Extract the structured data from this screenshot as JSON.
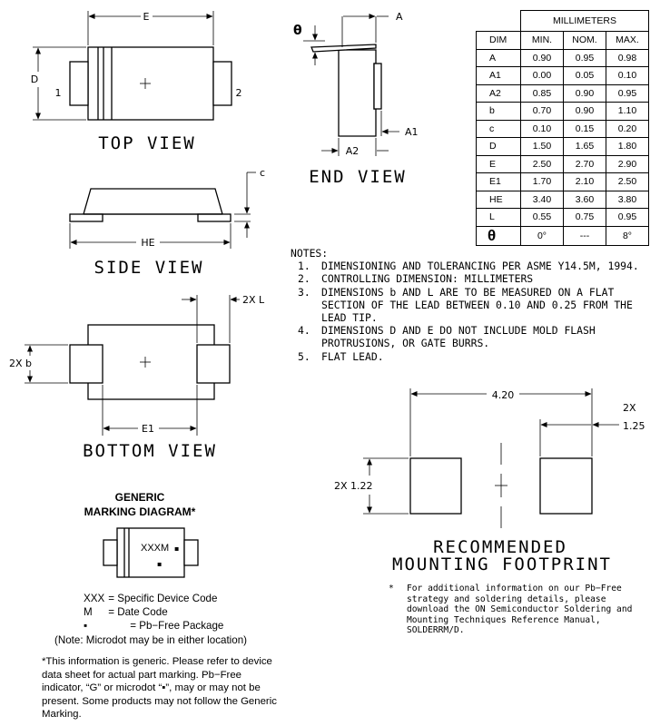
{
  "views": {
    "top": "TOP VIEW",
    "end": "END VIEW",
    "side": "SIDE VIEW",
    "bottom": "BOTTOM VIEW",
    "footprint_line1": "RECOMMENDED",
    "footprint_line2": "MOUNTING FOOTPRINT"
  },
  "labels": {
    "E": "E",
    "D": "D",
    "pin1": "1",
    "pin2": "2",
    "theta": "θ",
    "A": "A",
    "A1": "A1",
    "A2": "A2",
    "c": "c",
    "HE": "HE",
    "two_x_L": "2X L",
    "two_x_b": "2X b",
    "E1": "E1",
    "fp_width": "4.20",
    "fp_2x": "2X",
    "fp_pad": "1.25",
    "fp_height": "2X 1.22"
  },
  "table": {
    "title": "MILLIMETERS",
    "headers": [
      "DIM",
      "MIN.",
      "NOM.",
      "MAX."
    ],
    "rows": [
      [
        "A",
        "0.90",
        "0.95",
        "0.98"
      ],
      [
        "A1",
        "0.00",
        "0.05",
        "0.10"
      ],
      [
        "A2",
        "0.85",
        "0.90",
        "0.95"
      ],
      [
        "b",
        "0.70",
        "0.90",
        "1.10"
      ],
      [
        "c",
        "0.10",
        "0.15",
        "0.20"
      ],
      [
        "D",
        "1.50",
        "1.65",
        "1.80"
      ],
      [
        "E",
        "2.50",
        "2.70",
        "2.90"
      ],
      [
        "E1",
        "1.70",
        "2.10",
        "2.50"
      ],
      [
        "HE",
        "3.40",
        "3.60",
        "3.80"
      ],
      [
        "L",
        "0.55",
        "0.75",
        "0.95"
      ],
      [
        "θ",
        "0°",
        "---",
        "8°"
      ]
    ]
  },
  "notes": {
    "heading": "NOTES:",
    "items": [
      {
        "num": "1.",
        "text": "DIMENSIONING AND TOLERANCING PER ASME Y14.5M, 1994."
      },
      {
        "num": "2.",
        "text": "CONTROLLING DIMENSION: MILLIMETERS"
      },
      {
        "num": "3.",
        "text": "DIMENSIONS b AND L ARE TO BE MEASURED ON A FLAT SECTION OF THE LEAD BETWEEN 0.10 AND 0.25 FROM THE LEAD TIP."
      },
      {
        "num": "4.",
        "text": "DIMENSIONS D AND E DO NOT INCLUDE MOLD FLASH PROTRUSIONS, OR GATE BURRS."
      },
      {
        "num": "5.",
        "text": "FLAT LEAD."
      }
    ]
  },
  "marking": {
    "title_line1": "GENERIC",
    "title_line2": "MARKING DIAGRAM*",
    "code": "XXXM",
    "dot": "▪",
    "legend": [
      {
        "key": "XXX",
        "text": "= Specific Device Code"
      },
      {
        "key": "M",
        "text": "= Date Code"
      },
      {
        "key": "▪",
        "text": "= Pb−Free Package"
      }
    ],
    "micro_note": "(Note: Microdot may be in either location)",
    "generic_note": "*This information is generic. Please refer to device data sheet for actual part marking. Pb−Free indicator, “G” or microdot “▪”, may or may not be present. Some products may not follow the Generic Marking."
  },
  "footprint_note": {
    "star": "*",
    "text": "For additional information on our Pb−Free strategy and soldering details, please download the ON Semiconductor Soldering and Mounting Techniques Reference Manual, SOLDERRM/D."
  }
}
